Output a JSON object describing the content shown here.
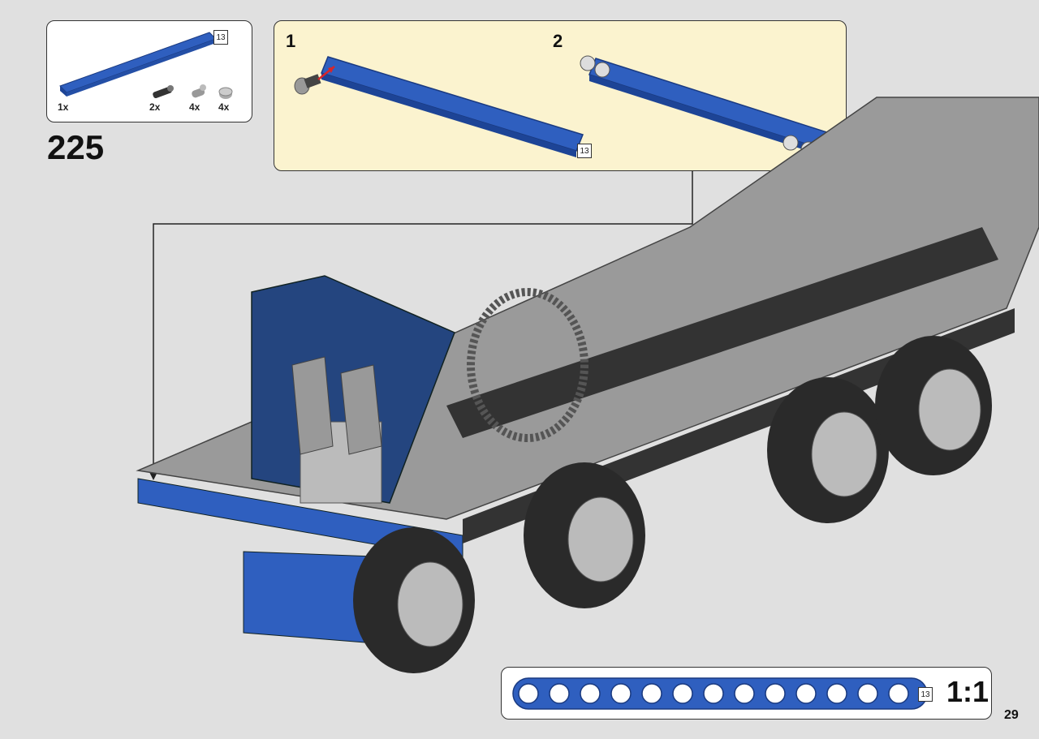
{
  "parts_list": {
    "items": [
      {
        "qty": "1x",
        "part": "blue-beam-13-icon",
        "length_badge": "13"
      },
      {
        "qty": "2x",
        "part": "axle-pin-black-icon"
      },
      {
        "qty": "4x",
        "part": "pin-grey-icon"
      },
      {
        "qty": "4x",
        "part": "bush-grey-icon"
      }
    ]
  },
  "step": {
    "number": "225"
  },
  "subassembly": {
    "substeps": [
      {
        "number": "1",
        "length_badge": "13"
      },
      {
        "number": "2"
      }
    ]
  },
  "scale_reference": {
    "length_badge": "13",
    "label": "1:1"
  },
  "page": {
    "number": "29"
  },
  "colors": {
    "beam_blue": "#2f5fbf",
    "callout_bg": "#fbf3cf",
    "page_bg": "#e0e0e0"
  }
}
